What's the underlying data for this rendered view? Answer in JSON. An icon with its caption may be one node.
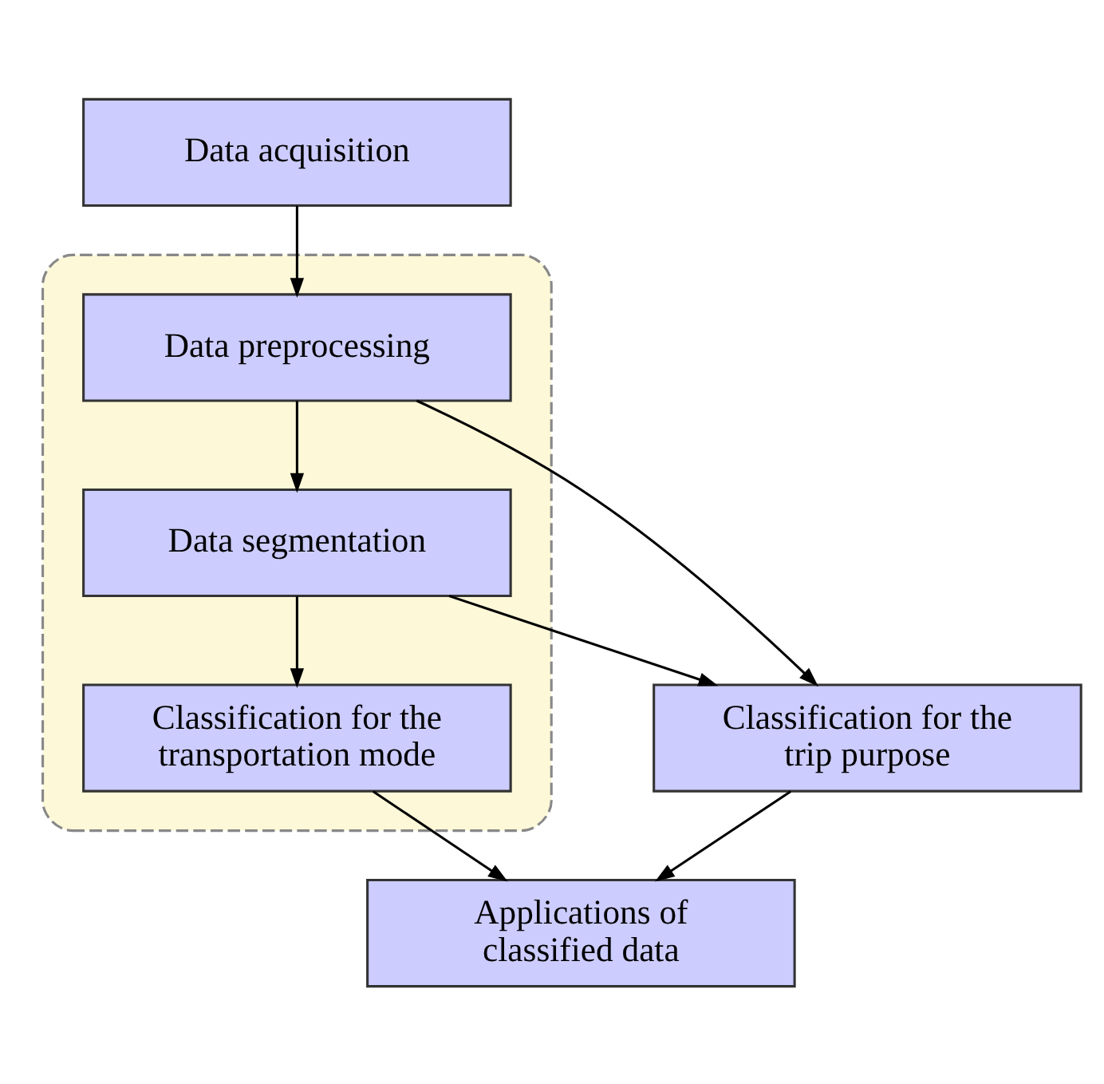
{
  "diagram": {
    "nodes": [
      {
        "text": [
          "Data acquisition"
        ]
      },
      {
        "text": [],
        "shape": "box"
      },
      {
        "text": [
          "Data preprocessing"
        ],
        "in": 1
      },
      {
        "text": [
          "Data segmentation"
        ],
        "in": 1
      },
      {
        "text": [
          "Classification for the transportation mode"
        ],
        "in": 1
      },
      {
        "text": [
          "Classification for the trip purpose"
        ]
      },
      {
        "text": [
          "Applications of classified data"
        ]
      }
    ],
    "edges": [
      {
        "from": 0,
        "to": 2,
        "arrow": "to"
      },
      {
        "from": 2,
        "to": 3,
        "arrow": "to"
      },
      {
        "from": 3,
        "to": 4,
        "arrow": "to"
      },
      {
        "from": 2,
        "to": 5,
        "arrow": "to"
      },
      {
        "from": 3,
        "to": 5,
        "arrow": "to"
      },
      {
        "from": 4,
        "to": 6,
        "arrow": "to"
      },
      {
        "from": 5,
        "to": 6,
        "arrow": "to"
      }
    ]
  }
}
